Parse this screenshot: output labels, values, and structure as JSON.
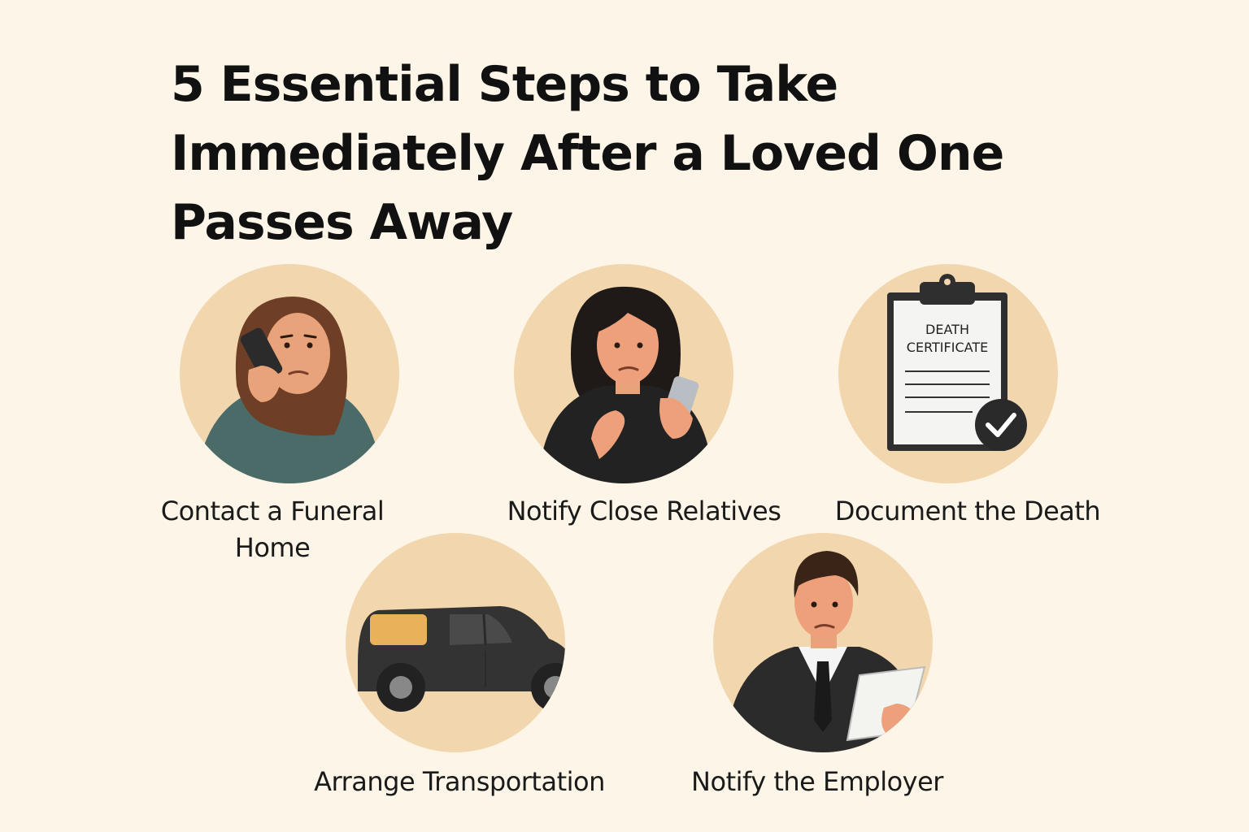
{
  "title": "5 Essential Steps to Take Immediately After a Loved One Passes Away",
  "steps": [
    {
      "label": "Contact a Funeral Home",
      "icon": "woman-in-hijab-on-phone-icon"
    },
    {
      "label": "Notify Close Relatives",
      "icon": "woman-holding-phone-icon"
    },
    {
      "label": "Document the Death",
      "icon": "death-certificate-clipboard-icon",
      "document_text": [
        "DEATH",
        "CERTIFICATE"
      ]
    },
    {
      "label": "Arrange Transportation",
      "icon": "hearse-icon"
    },
    {
      "label": "Notify the Employer",
      "icon": "man-reading-document-icon"
    }
  ],
  "colors": {
    "background": "#fdf6e8",
    "circle": "#f2d6ae",
    "text": "#111111"
  }
}
